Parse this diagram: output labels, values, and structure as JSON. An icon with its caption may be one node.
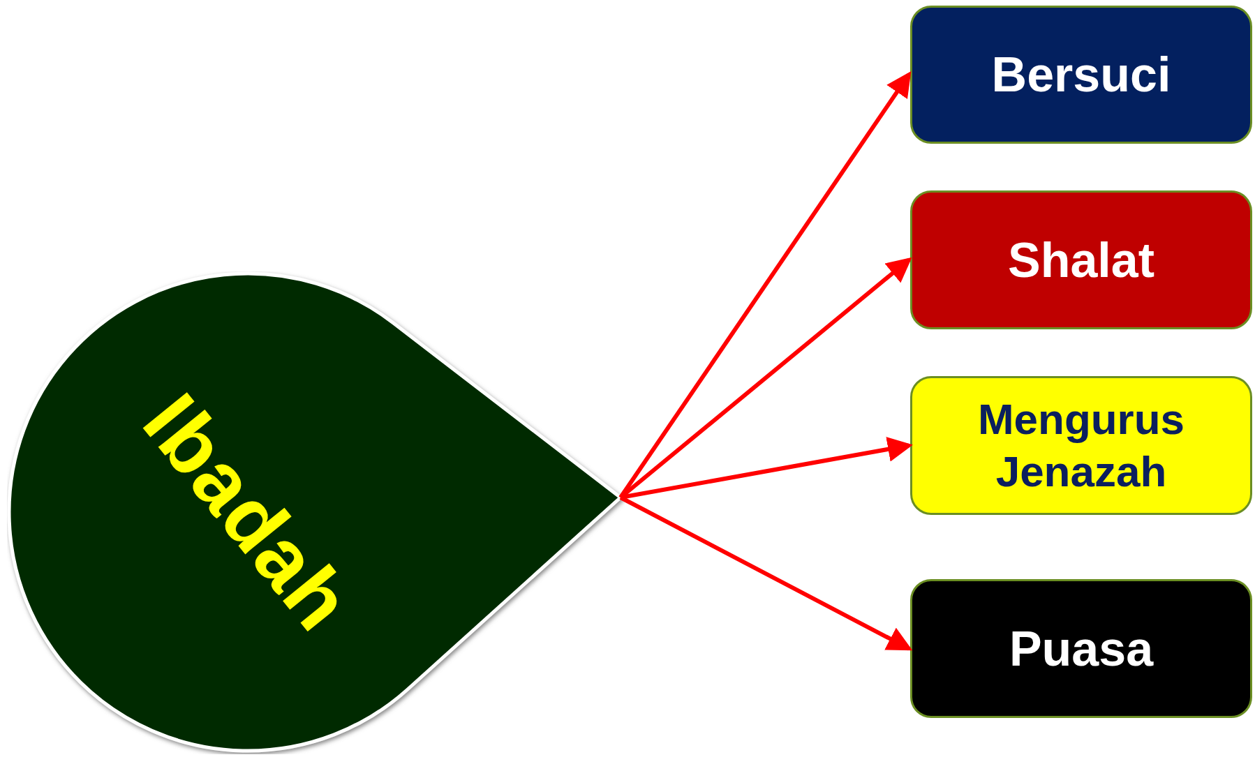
{
  "diagram": {
    "nodes": [
      {
        "text": [
          "Ibadah"
        ]
      },
      {
        "text": [
          "Bersuci"
        ]
      },
      {
        "text": [
          "Shalat"
        ]
      },
      {
        "text": [
          "Mengurus Jenazah"
        ]
      },
      {
        "text": [
          "Puasa"
        ]
      }
    ],
    "edges": [
      {
        "from": 0,
        "to": 1,
        "arrow": "to"
      },
      {
        "from": 0,
        "to": 2,
        "arrow": "to"
      },
      {
        "from": 0,
        "to": 3,
        "arrow": "to"
      },
      {
        "from": 0,
        "to": 4,
        "arrow": "to"
      }
    ]
  }
}
